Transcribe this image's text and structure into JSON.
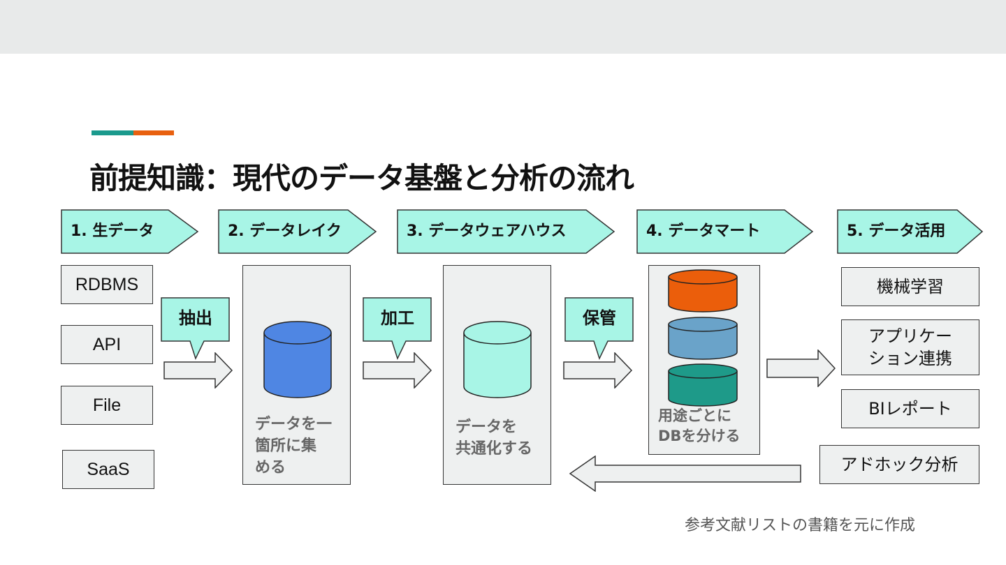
{
  "title": "前提知識：現代のデータ基盤と分析の流れ",
  "colors": {
    "teal_accent": "#1b9a8d",
    "orange_accent": "#e8600f",
    "step_fill": "#a8f5e6",
    "panel_fill": "#eef0f0",
    "db_blue": "#4f86e3",
    "db_mint": "#a8f5e6",
    "db_orange": "#eb5e0b",
    "db_steel": "#6aa3c9",
    "db_teal": "#1e9a89"
  },
  "steps": [
    {
      "label": "1. 生データ"
    },
    {
      "label": "2. データレイク"
    },
    {
      "label": "3. データウェアハウス"
    },
    {
      "label": "4. データマート"
    },
    {
      "label": "5. データ活用"
    }
  ],
  "sources": [
    "RDBMS",
    "API",
    "File",
    "SaaS"
  ],
  "callouts": {
    "extract": "抽出",
    "process": "加工",
    "store": "保管"
  },
  "panels": {
    "lake_text": "データを一\n箇所に集\nめる",
    "warehouse_text": "データを\n共通化する",
    "mart_text": "用途ごとに\nDBを分ける"
  },
  "outputs": [
    "機械学習",
    "アプリケー\nション連携",
    "BIレポート",
    "アドホック分析"
  ],
  "icons": {
    "db": "database-cylinder-icon",
    "arrow": "right-arrow-icon",
    "back_arrow": "left-arrow-icon"
  },
  "footnote": "参考文献リストの書籍を元に作成"
}
